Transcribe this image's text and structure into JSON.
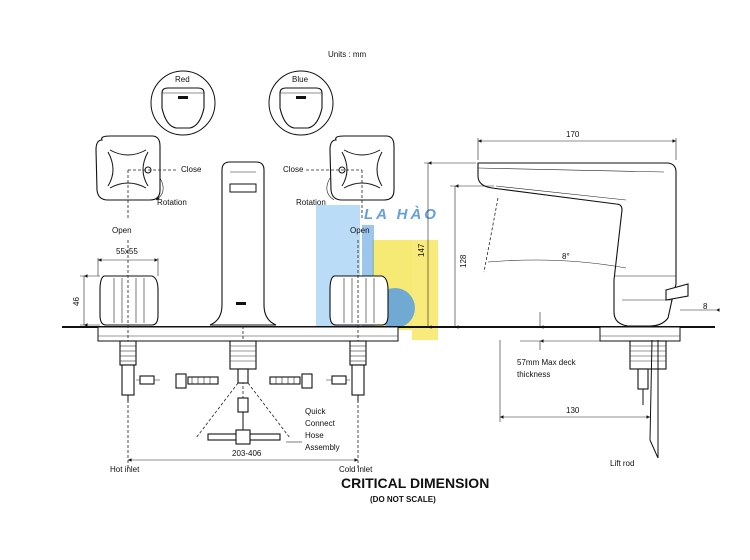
{
  "units_label": "Units : mm",
  "handles": {
    "red_label": "Red",
    "blue_label": "Blue",
    "close_label": "Close",
    "open_label": "Open",
    "rotation_label": "Rotation"
  },
  "dimensions": {
    "handle_size": "55x55",
    "handle_height": "46",
    "spread": "203-406",
    "spout_length": "170",
    "total_height": "147",
    "spout_height": "128",
    "angle": "8°",
    "deck_offset": "8",
    "base_depth": "130"
  },
  "callouts": {
    "deck_thickness": [
      "57mm Max deck",
      "thickness"
    ],
    "hose": [
      "Quick",
      "Connect",
      "Hose",
      "Assembly"
    ],
    "hot_inlet": "Hot inlet",
    "cold_inlet": "Cold inlet",
    "lift_rod": "Lift rod"
  },
  "watermark": "LA HÀO",
  "watermark_colors": {
    "yellow": "#f4e033",
    "blue": "#3d8fe0",
    "light_blue": "#8fc4f2"
  },
  "title": "CRITICAL DIMENSION",
  "subtitle": "(DO NOT SCALE)"
}
